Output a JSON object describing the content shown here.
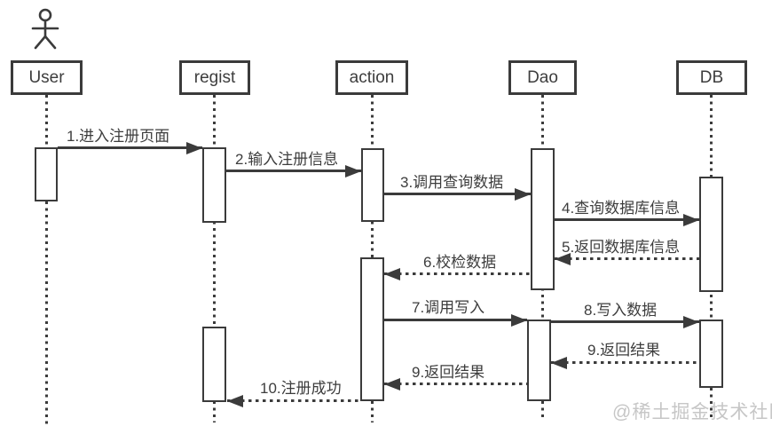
{
  "actor": {
    "icon": "person-icon",
    "attached_to": "User"
  },
  "lifelines": [
    {
      "label": "User"
    },
    {
      "label": "regist"
    },
    {
      "label": "action"
    },
    {
      "label": "Dao"
    },
    {
      "label": "DB"
    }
  ],
  "messages": [
    {
      "label": "1.进入注册页面",
      "from": "User",
      "to": "regist",
      "line": "solid",
      "direction": "right"
    },
    {
      "label": "2.输入注册信息",
      "from": "regist",
      "to": "action",
      "line": "solid",
      "direction": "right"
    },
    {
      "label": "3.调用查询数据",
      "from": "action",
      "to": "Dao",
      "line": "solid",
      "direction": "right"
    },
    {
      "label": "4.查询数据库信息",
      "from": "Dao",
      "to": "DB",
      "line": "solid",
      "direction": "right"
    },
    {
      "label": "5.返回数据库信息",
      "from": "DB",
      "to": "Dao",
      "line": "dashed",
      "direction": "left"
    },
    {
      "label": "6.校检数据",
      "from": "Dao",
      "to": "action",
      "line": "dashed",
      "direction": "left"
    },
    {
      "label": "7.调用写入",
      "from": "action",
      "to": "Dao",
      "line": "solid",
      "direction": "right"
    },
    {
      "label": "8.写入数据",
      "from": "Dao",
      "to": "DB",
      "line": "solid",
      "direction": "right"
    },
    {
      "label": "9.返回结果",
      "from": "DB",
      "to": "Dao",
      "line": "dashed",
      "direction": "left"
    },
    {
      "label": "9.返回结果",
      "from": "Dao",
      "to": "action",
      "line": "dashed",
      "direction": "left"
    },
    {
      "label": "10.注册成功",
      "from": "action",
      "to": "regist",
      "line": "dashed",
      "direction": "left"
    }
  ],
  "watermark": "@稀土掘金技术社区",
  "colors": {
    "ink": "#3b3b3b",
    "watermark": "#c6c6c6",
    "background": "#ffffff"
  }
}
